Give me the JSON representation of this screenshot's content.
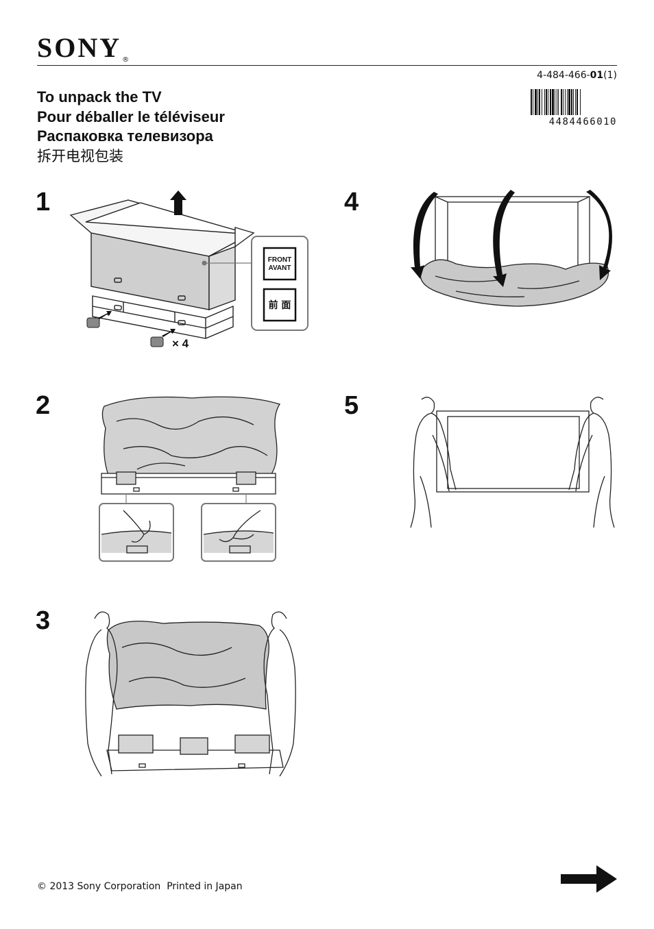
{
  "header": {
    "brand": "SONY",
    "brand_mark": "®",
    "part_number_prefix": "4-484-466-",
    "part_number_bold": "01",
    "part_number_suffix": "(1)",
    "barcode_number": "4484466010"
  },
  "titles": [
    "To unpack the TV",
    "Pour déballer le téléviseur",
    "Распаковка телевизора",
    "拆开电视包装"
  ],
  "steps": [
    {
      "number": "1",
      "callout_label_1": "FRONT",
      "callout_label_2": "AVANT",
      "callout_label_3": "前 面",
      "quantity": "× 4"
    },
    {
      "number": "2"
    },
    {
      "number": "3"
    },
    {
      "number": "4"
    },
    {
      "number": "5"
    }
  ],
  "footer": {
    "copyright": "© 2013 Sony Corporation  Printed in Japan"
  },
  "icons": {
    "next_page": "arrow-right-icon"
  }
}
